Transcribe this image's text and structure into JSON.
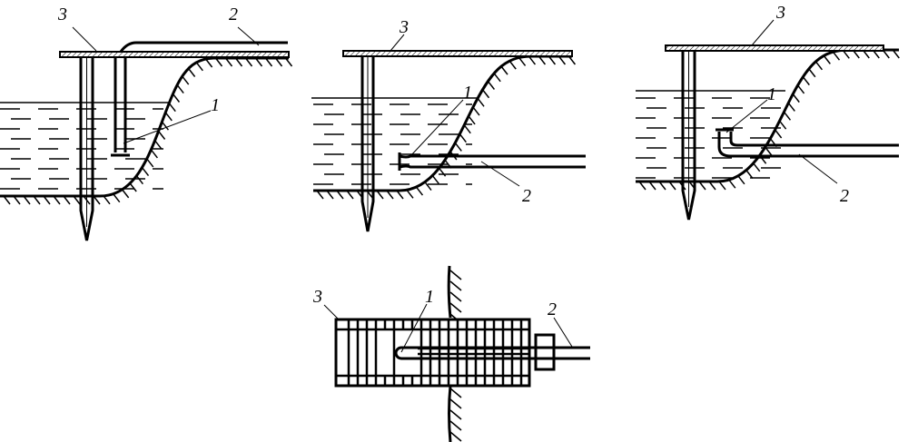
{
  "panels": [
    {
      "id": "shore-intake-vertical",
      "labels": {
        "intake": "1",
        "pipe": "2",
        "platform": "3"
      }
    },
    {
      "id": "shore-intake-horizontal",
      "labels": {
        "intake": "1",
        "pipe": "2",
        "platform": "3"
      }
    },
    {
      "id": "shore-intake-elbow",
      "labels": {
        "intake": "1",
        "pipe": "2",
        "platform": "3"
      }
    },
    {
      "id": "plan-view",
      "labels": {
        "intake": "1",
        "pipe": "2",
        "platform": "3"
      }
    }
  ],
  "colors": {
    "ink": "#000000",
    "background": "#ffffff"
  }
}
